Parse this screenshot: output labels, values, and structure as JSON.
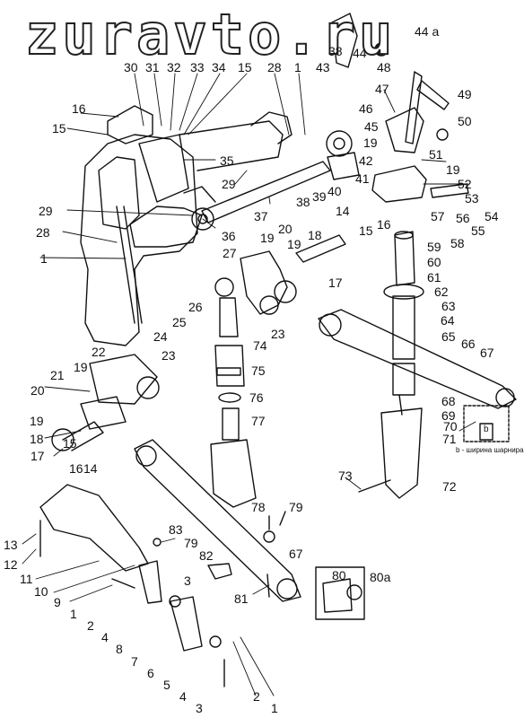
{
  "watermark": "zuravto.ru",
  "note_text": "b - ширина шарнира",
  "inset_label": "b",
  "callouts": [
    {
      "id": "c44a",
      "text": "44 а"
    },
    {
      "id": "c38t",
      "text": "38"
    },
    {
      "id": "c44t",
      "text": "44"
    },
    {
      "id": "c30",
      "text": "30"
    },
    {
      "id": "c31",
      "text": "31"
    },
    {
      "id": "c32",
      "text": "32"
    },
    {
      "id": "c33",
      "text": "33"
    },
    {
      "id": "c34",
      "text": "34"
    },
    {
      "id": "c15a",
      "text": "15"
    },
    {
      "id": "c28a",
      "text": "28"
    },
    {
      "id": "c1a",
      "text": "1"
    },
    {
      "id": "c43",
      "text": "43"
    },
    {
      "id": "c48",
      "text": "48"
    },
    {
      "id": "c47",
      "text": "47"
    },
    {
      "id": "c49",
      "text": "49"
    },
    {
      "id": "c16a",
      "text": "16"
    },
    {
      "id": "c15b",
      "text": "15"
    },
    {
      "id": "c46",
      "text": "46"
    },
    {
      "id": "c50",
      "text": "50"
    },
    {
      "id": "c45",
      "text": "45"
    },
    {
      "id": "c35",
      "text": "35"
    },
    {
      "id": "c42",
      "text": "42"
    },
    {
      "id": "c19a",
      "text": "19"
    },
    {
      "id": "c51",
      "text": "51"
    },
    {
      "id": "c19b",
      "text": "19"
    },
    {
      "id": "c29a",
      "text": "29"
    },
    {
      "id": "c38",
      "text": "38"
    },
    {
      "id": "c39",
      "text": "39"
    },
    {
      "id": "c40",
      "text": "40"
    },
    {
      "id": "c41",
      "text": "41"
    },
    {
      "id": "c52",
      "text": "52"
    },
    {
      "id": "c53",
      "text": "53"
    },
    {
      "id": "c37",
      "text": "37"
    },
    {
      "id": "c29b",
      "text": "29"
    },
    {
      "id": "c14a",
      "text": "14"
    },
    {
      "id": "c16b",
      "text": "16"
    },
    {
      "id": "c57",
      "text": "57"
    },
    {
      "id": "c56",
      "text": "56"
    },
    {
      "id": "c55",
      "text": "55"
    },
    {
      "id": "c54",
      "text": "54"
    },
    {
      "id": "c20a",
      "text": "20"
    },
    {
      "id": "c36",
      "text": "36"
    },
    {
      "id": "c19c",
      "text": "19"
    },
    {
      "id": "c15c",
      "text": "15"
    },
    {
      "id": "c59",
      "text": "59"
    },
    {
      "id": "c58",
      "text": "58"
    },
    {
      "id": "c28b",
      "text": "28"
    },
    {
      "id": "c19d",
      "text": "19"
    },
    {
      "id": "c18a",
      "text": "18"
    },
    {
      "id": "c27",
      "text": "27"
    },
    {
      "id": "c60",
      "text": "60"
    },
    {
      "id": "c1b",
      "text": "1"
    },
    {
      "id": "c61",
      "text": "61"
    },
    {
      "id": "c17a",
      "text": "17"
    },
    {
      "id": "c62",
      "text": "62"
    },
    {
      "id": "c26",
      "text": "26"
    },
    {
      "id": "c63",
      "text": "63"
    },
    {
      "id": "c25",
      "text": "25"
    },
    {
      "id": "c64",
      "text": "64"
    },
    {
      "id": "c24",
      "text": "24"
    },
    {
      "id": "c23a",
      "text": "23"
    },
    {
      "id": "c65",
      "text": "65"
    },
    {
      "id": "c74",
      "text": "74"
    },
    {
      "id": "c66",
      "text": "66"
    },
    {
      "id": "c67a",
      "text": "67"
    },
    {
      "id": "c22",
      "text": "22"
    },
    {
      "id": "c23b",
      "text": "23"
    },
    {
      "id": "c19e",
      "text": "19"
    },
    {
      "id": "c75",
      "text": "75"
    },
    {
      "id": "c21",
      "text": "21"
    },
    {
      "id": "c20b",
      "text": "20"
    },
    {
      "id": "c76",
      "text": "76"
    },
    {
      "id": "c68",
      "text": "68"
    },
    {
      "id": "c69",
      "text": "69"
    },
    {
      "id": "c19f",
      "text": "19"
    },
    {
      "id": "c77",
      "text": "77"
    },
    {
      "id": "c70",
      "text": "70"
    },
    {
      "id": "c18b",
      "text": "18"
    },
    {
      "id": "c71",
      "text": "71"
    },
    {
      "id": "c15d",
      "text": "15"
    },
    {
      "id": "c16c",
      "text": "16"
    },
    {
      "id": "c14b",
      "text": "14"
    },
    {
      "id": "c17b",
      "text": "17"
    },
    {
      "id": "c72",
      "text": "72"
    },
    {
      "id": "c73",
      "text": "73"
    },
    {
      "id": "c78",
      "text": "78"
    },
    {
      "id": "c79a",
      "text": "79"
    },
    {
      "id": "c13",
      "text": "13"
    },
    {
      "id": "c83",
      "text": "83"
    },
    {
      "id": "c79b",
      "text": "79"
    },
    {
      "id": "c12",
      "text": "12"
    },
    {
      "id": "c82",
      "text": "82"
    },
    {
      "id": "c67b",
      "text": "67"
    },
    {
      "id": "c11",
      "text": "11"
    },
    {
      "id": "c3a",
      "text": "3"
    },
    {
      "id": "c80",
      "text": "80"
    },
    {
      "id": "c80a",
      "text": "80а"
    },
    {
      "id": "c10",
      "text": "10"
    },
    {
      "id": "c81",
      "text": "81"
    },
    {
      "id": "c9",
      "text": "9"
    },
    {
      "id": "c1c",
      "text": "1"
    },
    {
      "id": "c2a",
      "text": "2"
    },
    {
      "id": "c4a",
      "text": "4"
    },
    {
      "id": "c8",
      "text": "8"
    },
    {
      "id": "c7",
      "text": "7"
    },
    {
      "id": "c6",
      "text": "6"
    },
    {
      "id": "c5",
      "text": "5"
    },
    {
      "id": "c4b",
      "text": "4"
    },
    {
      "id": "c3b",
      "text": "3"
    },
    {
      "id": "c2b",
      "text": "2"
    },
    {
      "id": "c1d",
      "text": "1"
    }
  ]
}
